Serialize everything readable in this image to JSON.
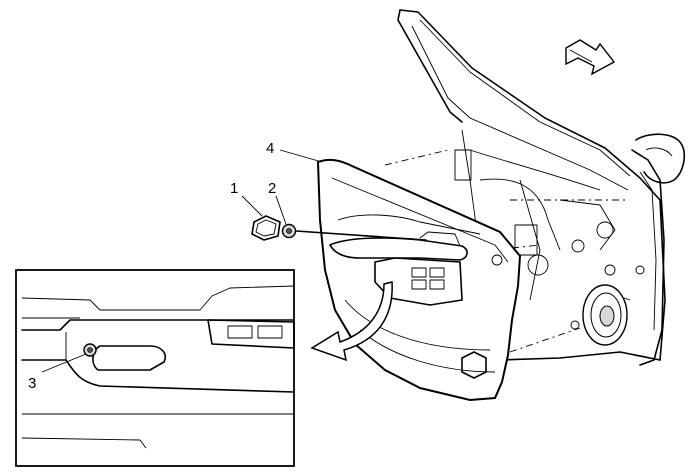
{
  "callouts": {
    "c1": "1",
    "c2": "2",
    "c3": "3",
    "c4": "4"
  },
  "colors": {
    "line": "#000000",
    "background": "#ffffff",
    "fill_light": "#f3f3f3",
    "fill_mid": "#d8d8d8"
  },
  "icons": {
    "direction_arrow": "front-direction-arrow-icon",
    "removal_arrow": "curved-removal-arrow-icon"
  }
}
